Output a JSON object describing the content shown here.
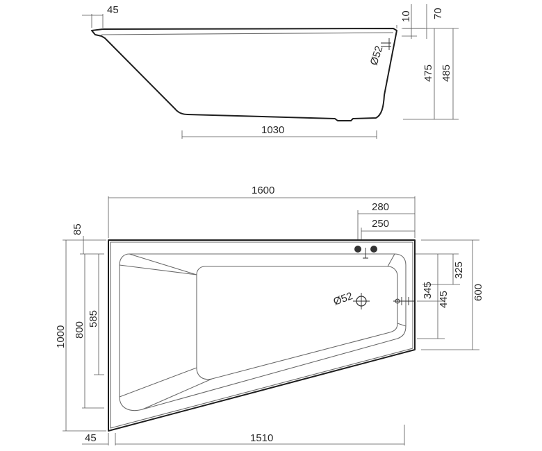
{
  "side_view": {
    "rim_width": "45",
    "rim_thickness": "10",
    "rim_overhang": "70",
    "drain_diameter": "Ø52",
    "inner_depth": "475",
    "outer_height": "485",
    "bottom_length": "1030"
  },
  "top_view": {
    "total_length": "1600",
    "tap_offset_outer": "280",
    "tap_offset_inner": "250",
    "rim_top": "85",
    "short_side": "600",
    "tap_height": "325",
    "overflow_height": "345",
    "drain_height": "445",
    "total_width": "1000",
    "inner_width": "800",
    "backrest_width": "585",
    "drain_diameter": "Ø52",
    "bottom_rim": "45",
    "bottom_length": "1510"
  },
  "colors": {
    "line": "#1e1e1e",
    "text": "#2a2a2a"
  }
}
